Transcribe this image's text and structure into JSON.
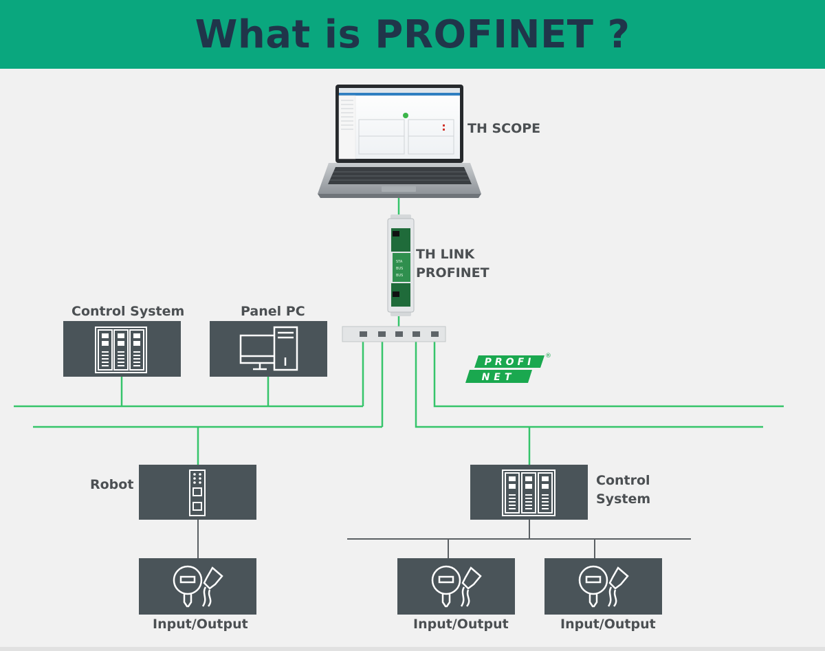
{
  "header": {
    "title": "What is PROFINET ?"
  },
  "labels": {
    "th_scope": "TH SCOPE",
    "th_link_line1": "TH LINK",
    "th_link_line2": "PROFINET",
    "control_system_top": "Control System",
    "panel_pc": "Panel PC",
    "robot": "Robot",
    "control_system_right_line1": "Control",
    "control_system_right_line2": "System",
    "io_1": "Input/Output",
    "io_2": "Input/Output",
    "io_3": "Input/Output"
  },
  "logo": {
    "row1": "PROFI",
    "row2": "NET",
    "mark": "®"
  },
  "colors": {
    "banner": "#0aa77e",
    "title": "#20354a",
    "box": "#4a5459",
    "line": "#35c46a",
    "label": "#4b4f52",
    "logo": "#1aa84f"
  },
  "icons": [
    "laptop-icon",
    "gateway-icon",
    "switch-icon",
    "server-rack-icon",
    "desktop-pc-icon",
    "robot-controller-icon",
    "sensor-icon",
    "probe-icon"
  ]
}
